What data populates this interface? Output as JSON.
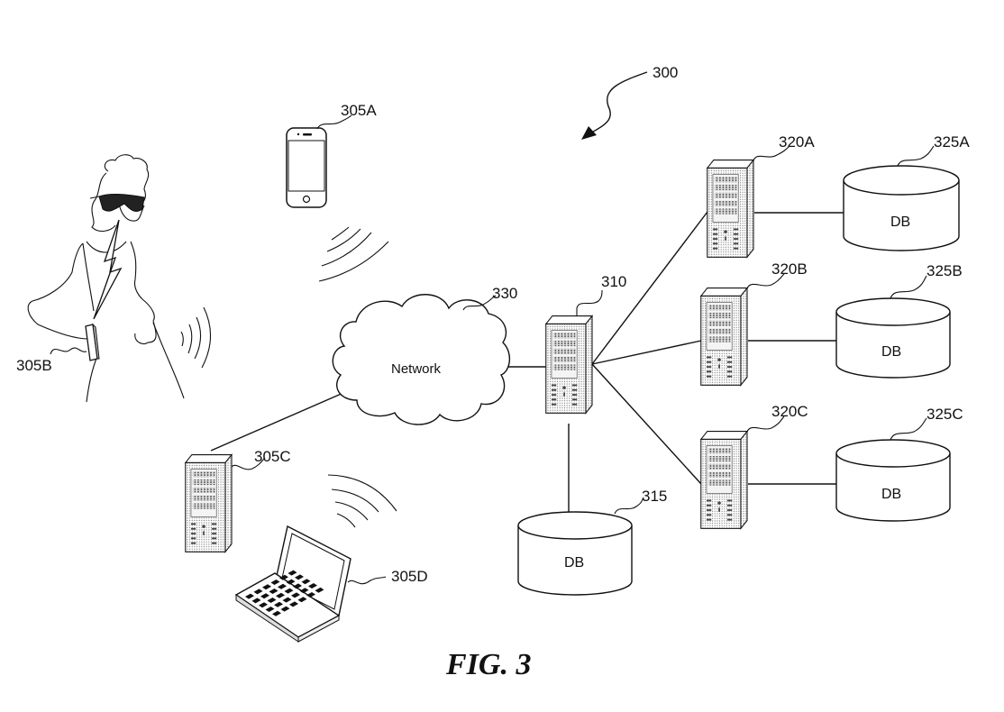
{
  "figure": {
    "caption": "FIG. 3",
    "system_ref": "300"
  },
  "nodes": {
    "smartphone": {
      "ref": "305A",
      "kind": "smartphone"
    },
    "wearable_user": {
      "ref": "305B",
      "kind": "person-with-glasses-and-device"
    },
    "client_server": {
      "ref": "305C",
      "kind": "server"
    },
    "laptop": {
      "ref": "305D",
      "kind": "laptop"
    },
    "central_server": {
      "ref": "310",
      "kind": "server"
    },
    "central_db": {
      "ref": "315",
      "kind": "database",
      "label": "DB"
    },
    "server_a": {
      "ref": "320A",
      "kind": "server"
    },
    "server_b": {
      "ref": "320B",
      "kind": "server"
    },
    "server_c": {
      "ref": "320C",
      "kind": "server"
    },
    "db_a": {
      "ref": "325A",
      "kind": "database",
      "label": "DB"
    },
    "db_b": {
      "ref": "325B",
      "kind": "database",
      "label": "DB"
    },
    "db_c": {
      "ref": "325C",
      "kind": "database",
      "label": "DB"
    },
    "network": {
      "ref": "330",
      "kind": "cloud",
      "label": "Network"
    }
  },
  "connections": [
    [
      "client_server",
      "network"
    ],
    [
      "network",
      "central_server"
    ],
    [
      "central_server",
      "central_db"
    ],
    [
      "central_server",
      "server_a"
    ],
    [
      "central_server",
      "server_b"
    ],
    [
      "central_server",
      "server_c"
    ],
    [
      "server_a",
      "db_a"
    ],
    [
      "server_b",
      "db_b"
    ],
    [
      "server_c",
      "db_c"
    ]
  ],
  "wireless_signals": [
    "smartphone",
    "wearable_user",
    "laptop"
  ]
}
